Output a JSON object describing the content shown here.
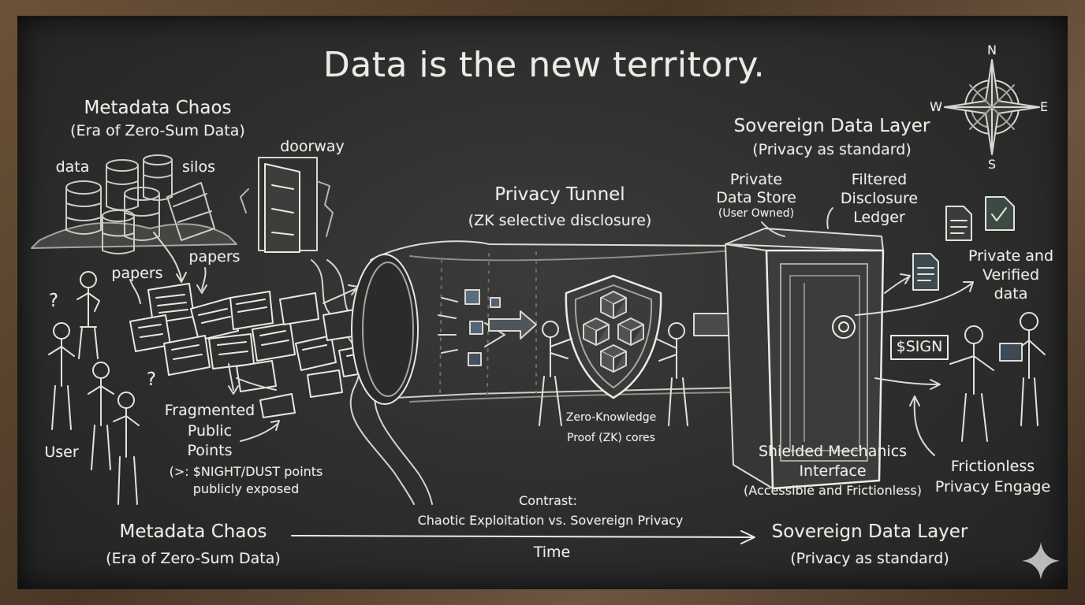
{
  "title": "Data is the new territory.",
  "compass": {
    "n": "N",
    "e": "E",
    "s": "S",
    "w": "W"
  },
  "chaos": {
    "heading": "Metadata Chaos",
    "subheading": "(Era of Zero-Sum Data)",
    "data_label": "data",
    "silos_label": "silos",
    "doorway_label": "doorway",
    "papers_label_1": "papers",
    "papers_label_2": "papers",
    "user_label": "User",
    "question_1": "?",
    "question_2": "?",
    "fragmented_line1": "Fragmented",
    "fragmented_line2": "Public",
    "fragmented_line3": "Points",
    "exposed_line1": "(>: $NIGHT/DUST points",
    "exposed_line2": "publicly exposed"
  },
  "tunnel": {
    "heading": "Privacy Tunnel",
    "subheading": "(ZK selective disclosure)",
    "zk_line1": "Zero-Knowledge",
    "zk_line2": "Proof (ZK) cores"
  },
  "sovereign": {
    "heading": "Sovereign Data Layer",
    "subheading": "(Privacy as standard)",
    "private_store_line1": "Private",
    "private_store_line2": "Data Store",
    "private_store_line3": "(User Owned)",
    "ledger_line1": "Filtered",
    "ledger_line2": "Disclosure",
    "ledger_line3": "Ledger",
    "verified_line1": "Private and",
    "verified_line2": "Verified",
    "verified_line3": "data",
    "sign_label": "$SIGN",
    "shielded_line1": "Shielded Mechanics",
    "shielded_line2": "Interface",
    "shielded_line3": "(Accessible and Frictionless)",
    "frictionless_line1": "Frictionless",
    "frictionless_line2": "Privacy Engage"
  },
  "contrast": {
    "line1": "Contrast:",
    "line2": "Chaotic Exploitation vs. Sovereign Privacy"
  },
  "timeline": {
    "left_heading": "Metadata Chaos",
    "left_sub": "(Era of Zero-Sum Data)",
    "axis_label": "Time",
    "right_heading": "Sovereign Data Layer",
    "right_sub": "(Privacy as standard)"
  },
  "colors": {
    "chalk": "#ecebe4",
    "board": "#2c2d2c",
    "frame": "#5a4530"
  }
}
